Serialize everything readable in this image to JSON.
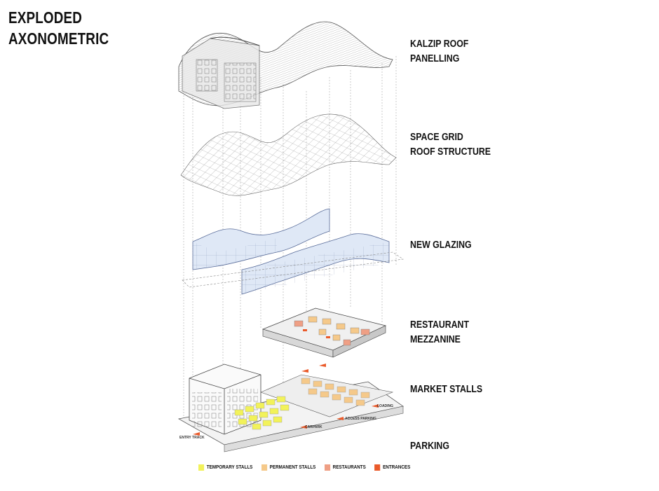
{
  "title": {
    "line1": "EXPLODED",
    "line2": "AXONOMETRIC"
  },
  "layers": [
    {
      "line1": "KALZIP ROOF",
      "line2": "PANELLING"
    },
    {
      "line1": "SPACE GRID",
      "line2": "ROOF STRUCTURE"
    },
    {
      "line1": "NEW GLAZING",
      "line2": ""
    },
    {
      "line1": "RESTAURANT",
      "line2": "MEZZANINE"
    },
    {
      "line1": "MARKET STALLS",
      "line2": ""
    },
    {
      "line1": "PARKING",
      "line2": ""
    }
  ],
  "legend": [
    {
      "label": "TEMPORARY STALLS",
      "color": "#f2f25a"
    },
    {
      "label": "PERMANENT STALLS",
      "color": "#f5c98a"
    },
    {
      "label": "RESTAURANTS",
      "color": "#ef9f85"
    },
    {
      "label": "ENTRANCES",
      "color": "#ea5a2a"
    }
  ],
  "annotations": {
    "car_park": "CARPARK",
    "access_parking": "ACCESS PARKING",
    "loading": "LOADING",
    "entry_track": "ENTRY TRACK"
  }
}
